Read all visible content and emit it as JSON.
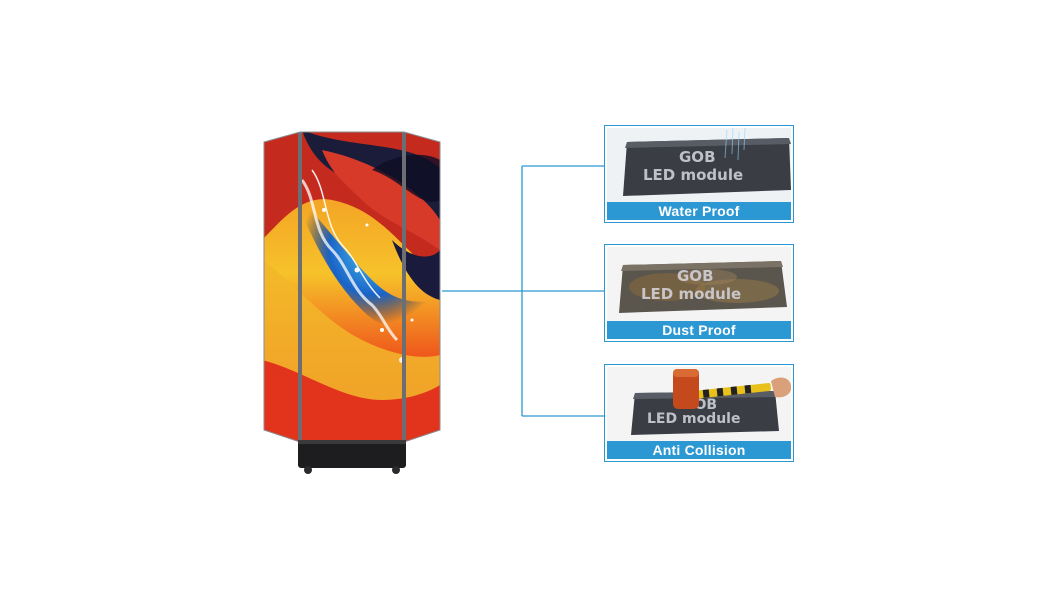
{
  "product": {
    "name": "LED poster kiosk display",
    "colors": {
      "accent": "#2b97d3",
      "frame": "#6b6f74",
      "base": "#1d1d1f"
    }
  },
  "features": [
    {
      "caption": "Water Proof",
      "module_line1": "GOB",
      "module_line2": "LED module",
      "icon": "water-splash"
    },
    {
      "caption": "Dust Proof",
      "module_line1": "GOB",
      "module_line2": "LED module",
      "icon": "dust"
    },
    {
      "caption": "Anti Collision",
      "module_line1": "GOB",
      "module_line2": "LED module",
      "icon": "hammer"
    }
  ]
}
